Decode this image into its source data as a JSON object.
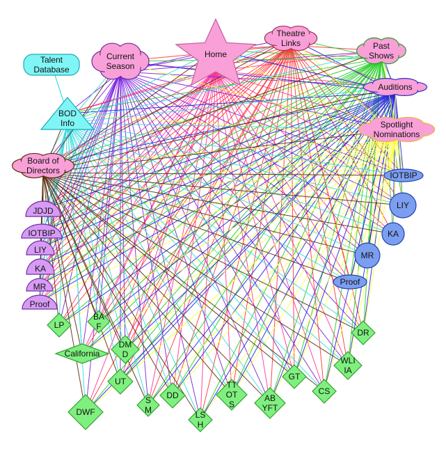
{
  "diagram": {
    "nodes": {
      "home": {
        "lines": [
          "Home"
        ]
      },
      "theatre_links": {
        "lines": [
          "Theatre",
          "Links"
        ]
      },
      "past_shows": {
        "lines": [
          "Past",
          "Shows"
        ]
      },
      "current_season": {
        "lines": [
          "Current",
          "Season"
        ]
      },
      "talent_database": {
        "lines": [
          "Talent",
          "Database"
        ]
      },
      "bod_info": {
        "lines": [
          "BOD",
          "Info"
        ]
      },
      "board_of_directors": {
        "lines": [
          "Board of",
          "Directors"
        ]
      },
      "auditions": {
        "lines": [
          "Auditions"
        ]
      },
      "spotlight_nominations": {
        "lines": [
          "Spotlight",
          "Nominations"
        ]
      },
      "r_iotbip": {
        "lines": [
          "IOTBIP"
        ]
      },
      "r_liy": {
        "lines": [
          "LIY"
        ]
      },
      "r_ka": {
        "lines": [
          "KA"
        ]
      },
      "r_mr": {
        "lines": [
          "MR"
        ]
      },
      "r_proof": {
        "lines": [
          "Proof"
        ]
      },
      "l_jdjd": {
        "lines": [
          "JDJD"
        ]
      },
      "l_iotbip": {
        "lines": [
          "IOTBIP"
        ]
      },
      "l_liy": {
        "lines": [
          "LIY"
        ]
      },
      "l_ka": {
        "lines": [
          "KA"
        ]
      },
      "l_mr": {
        "lines": [
          "MR"
        ]
      },
      "l_proof": {
        "lines": [
          "Proof"
        ]
      },
      "lp": {
        "lines": [
          "LP"
        ]
      },
      "baf": {
        "lines": [
          "BA",
          "F"
        ]
      },
      "california": {
        "lines": [
          "California"
        ]
      },
      "dmd": {
        "lines": [
          "DM",
          "D"
        ]
      },
      "ut": {
        "lines": [
          "UT"
        ]
      },
      "dwf": {
        "lines": [
          "DWF"
        ]
      },
      "sm": {
        "lines": [
          "S",
          "M"
        ]
      },
      "dd": {
        "lines": [
          "DD"
        ]
      },
      "lsh": {
        "lines": [
          "LS",
          "H"
        ]
      },
      "ttots": {
        "lines": [
          "TT",
          "OT",
          "S"
        ]
      },
      "abyft": {
        "lines": [
          "AB",
          "YFT"
        ]
      },
      "gt": {
        "lines": [
          "GT"
        ]
      },
      "cs": {
        "lines": [
          "CS"
        ]
      },
      "wliia": {
        "lines": [
          "WLI",
          "IA"
        ]
      },
      "dr": {
        "lines": [
          "DR"
        ]
      }
    },
    "hubs": [
      {
        "node": "home",
        "color": "#ff3399"
      },
      {
        "node": "current_season",
        "color": "#7a1fdc"
      },
      {
        "node": "theatre_links",
        "color": "#ff3333"
      },
      {
        "node": "past_shows",
        "color": "#22cc22"
      },
      {
        "node": "auditions",
        "color": "#2222dd"
      },
      {
        "node": "spotlight_nominations",
        "color": "#ffff44"
      },
      {
        "node": "bod_info",
        "color": "#33dddd"
      },
      {
        "node": "board_of_directors",
        "color": "#5a2a0a"
      }
    ],
    "extra_links": [
      [
        "bod_info",
        "talent_database",
        "#33dddd"
      ]
    ],
    "colors": {
      "pink": "#f9a0d8",
      "cyan": "#7ff5f5",
      "blue": "#7b9ef0",
      "purple": "#d79bf5",
      "green": "#7ff07f"
    }
  }
}
